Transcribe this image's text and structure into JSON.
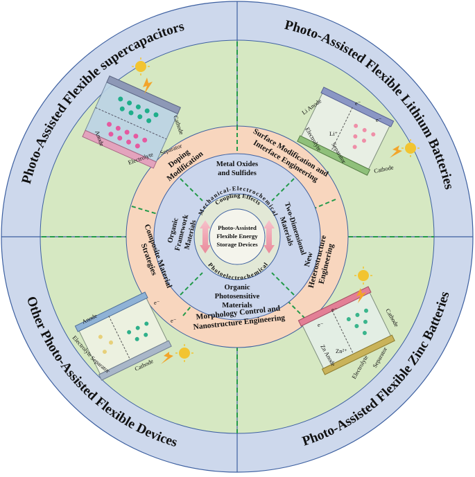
{
  "colors": {
    "outer_blue": "#cdd8ec",
    "quadrant_green": "#d6e8c2",
    "peach": "#f8d6be",
    "inner_blue": "#cbd6ec",
    "core_fill": "#f4f4ec",
    "dash_green": "#239a4a",
    "outline_blue": "#3c5fa0",
    "arrow_pink": "#f2a6b3"
  },
  "outer_titles": {
    "top_left": "Photo-Assisted Flexible supercapacitors",
    "top_right": "Photo-Assisted Flexible Lithium Batteries",
    "bottom_right": "Photo-Assisted Flexible Zinc Batteries",
    "bottom_left": "Other Photo-Assisted Flexible Devices"
  },
  "middle_ring": {
    "top_left": [
      "Doping",
      "Modification"
    ],
    "top_right": [
      "Surface Modification and",
      "Interface Engineering"
    ],
    "right": [
      "New",
      "Heterostructure",
      "Engineering"
    ],
    "bottom": [
      "Morphology Control and",
      "Nanostructure Engineering"
    ],
    "left": [
      "Composite Material",
      "Strategies"
    ]
  },
  "inner_ring": {
    "top": [
      "Metal Oxides",
      "and Sulfides"
    ],
    "right": [
      "Two-Dimensional",
      "Materials"
    ],
    "bottom": [
      "Organic",
      "Photosensitive",
      "Materials"
    ],
    "left": [
      "Organic",
      "Framework",
      "Materials"
    ]
  },
  "core": {
    "arc_top": [
      "Mechanical-Electrochemical",
      "Coupling Effects"
    ],
    "arc_bottom": "Photoelectrochemical",
    "center": [
      "Photo-Assisted",
      "Flexible Energy",
      "Storage Devices"
    ]
  },
  "devices": {
    "supercapacitor": {
      "cathode": "Cathode",
      "anode": "Anode",
      "electrolyte": "Electrolyte",
      "separator": "Separator"
    },
    "lithium": {
      "anode": "Li Anode",
      "cathode": "Cathode",
      "electrolyte": "Electrolyte",
      "separator": "Separator",
      "ion": "Li⁺",
      "electron": "e⁻"
    },
    "zinc": {
      "anode": "Zn Anode",
      "cathode": "Cathode",
      "electrolyte": "Electrolyte",
      "separator": "Separator",
      "ion": "Zn²⁺",
      "electron": "e⁻"
    },
    "other": {
      "anode": "Anode",
      "cathode": "Cathode",
      "electrolyte": "Electrolyte",
      "separator": "Separator",
      "electron": "e⁻"
    }
  }
}
